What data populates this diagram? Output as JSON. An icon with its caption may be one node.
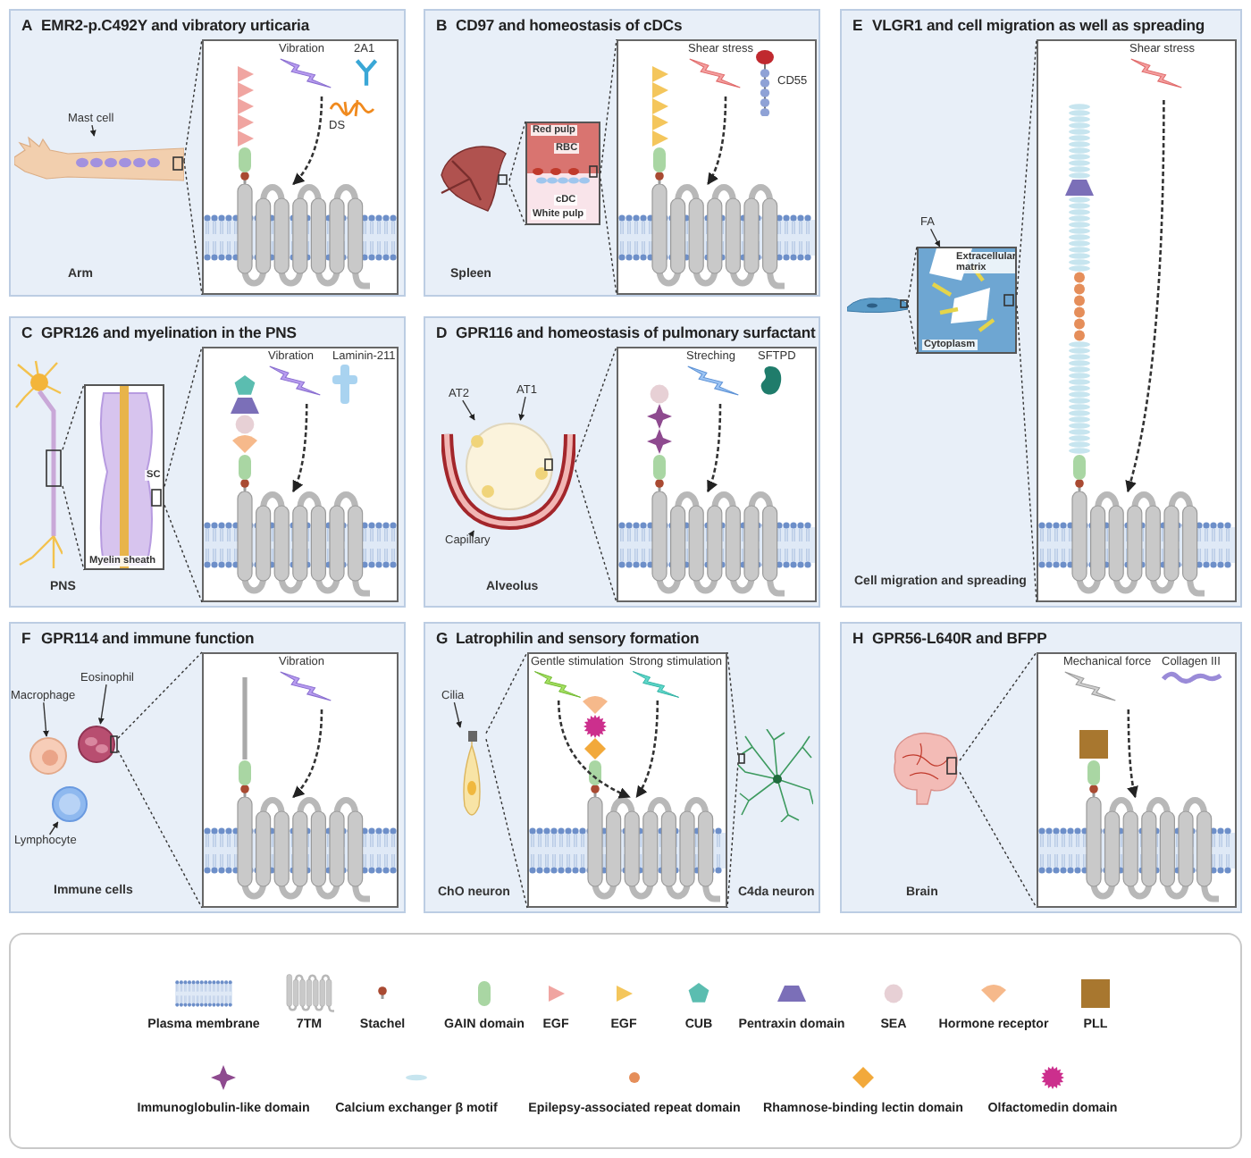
{
  "diagram": {
    "nodes": [
      {
        "text": [
          "A",
          "EMR2-p.C492Y and vibratory urticaria"
        ]
      },
      {
        "text": [],
        "shape": "picture",
        "in": 0
      },
      {
        "text": [
          "Mast cell"
        ],
        "in": 0
      },
      {
        "text": [],
        "shape": "box",
        "in": 0
      },
      {
        "text": [
          "Vibration"
        ],
        "in": 3
      },
      {
        "text": [
          "2A1"
        ],
        "in": 3
      },
      {
        "text": [
          "DS"
        ],
        "in": 3
      },
      {
        "text": [],
        "shape": "picture",
        "in": 3
      },
      {
        "text": [
          "B",
          "CD97 and homeostasis of cDCs"
        ]
      },
      {
        "text": [],
        "shape": "picture",
        "in": 8
      },
      {
        "text": [
          "Red pulp",
          "RBC",
          "cDC",
          "White pulp"
        ],
        "in": 8
      },
      {
        "text": [],
        "shape": "box",
        "in": 8
      },
      {
        "text": [
          "Shear stress"
        ],
        "in": 11
      },
      {
        "text": [
          "CD55"
        ],
        "in": 11
      },
      {
        "text": [],
        "shape": "picture",
        "in": 11
      },
      {
        "text": [
          "E",
          "VLGR1 and cell migration as well as spreading"
        ]
      },
      {
        "text": [],
        "shape": "picture",
        "in": 15
      },
      {
        "text": [
          "FA"
        ],
        "in": 15
      },
      {
        "text": [
          "Extracellular matrix",
          "Cytoplasm"
        ],
        "in": 15
      },
      {
        "text": [],
        "shape": "box",
        "in": 15
      },
      {
        "text": [
          "Shear stress"
        ],
        "in": 19
      },
      {
        "text": [],
        "shape": "picture",
        "in": 19
      },
      {
        "text": [
          "C",
          "GPR126 and myelination in the PNS"
        ]
      },
      {
        "text": [],
        "shape": "picture",
        "in": 22
      },
      {
        "text": [
          "SC",
          "Myelin sheath"
        ],
        "in": 22
      },
      {
        "text": [],
        "shape": "box",
        "in": 22
      },
      {
        "text": [
          "Vibration"
        ],
        "in": 25
      },
      {
        "text": [
          "Laminin-211"
        ],
        "in": 25
      },
      {
        "text": [],
        "shape": "picture",
        "in": 25
      },
      {
        "text": [
          "D",
          "GPR116 and homeostasis of pulmonary surfactant"
        ]
      },
      {
        "text": [
          "AT2"
        ],
        "in": 29
      },
      {
        "text": [
          "AT1"
        ],
        "in": 29
      },
      {
        "text": [],
        "shape": "picture",
        "in": 29
      },
      {
        "text": [
          "Capillary"
        ],
        "in": 29
      },
      {
        "text": [],
        "shape": "box",
        "in": 29
      },
      {
        "text": [
          "Streching"
        ],
        "in": 34
      },
      {
        "text": [
          "SFTPD"
        ],
        "in": 34
      },
      {
        "text": [],
        "shape": "picture",
        "in": 34
      },
      {
        "text": [
          "F",
          "GPR114 and immune function"
        ]
      },
      {
        "text": [
          "Macrophage"
        ],
        "in": 38
      },
      {
        "text": [
          "Eosinophil"
        ],
        "in": 38
      },
      {
        "text": [],
        "shape": "picture",
        "in": 38
      },
      {
        "text": [],
        "shape": "picture",
        "in": 38
      },
      {
        "text": [],
        "shape": "picture",
        "in": 38
      },
      {
        "text": [
          "Lymphocyte"
        ],
        "in": 38
      },
      {
        "text": [],
        "shape": "box",
        "in": 38
      },
      {
        "text": [
          "Vibration"
        ],
        "in": 45
      },
      {
        "text": [],
        "shape": "picture",
        "in": 45
      },
      {
        "text": [
          "G",
          "Latrophilin and sensory formation"
        ]
      },
      {
        "text": [
          "Cilia"
        ],
        "in": 48
      },
      {
        "text": [],
        "shape": "picture",
        "in": 48
      },
      {
        "text": [],
        "shape": "box",
        "in": 48
      },
      {
        "text": [
          "Gentle stimulation"
        ],
        "in": 51
      },
      {
        "text": [
          "Strong stimulation"
        ],
        "in": 51
      },
      {
        "text": [],
        "shape": "picture",
        "in": 51
      },
      {
        "text": [],
        "shape": "picture",
        "in": 48
      },
      {
        "text": [
          "H",
          "GPR56-L640R and BFPP"
        ]
      },
      {
        "text": [],
        "shape": "picture",
        "in": 56
      },
      {
        "text": [],
        "shape": "box",
        "in": 56
      },
      {
        "text": [
          "Mechanical force"
        ],
        "in": 58
      },
      {
        "text": [
          "Collagen III"
        ],
        "in": 58
      },
      {
        "text": [],
        "shape": "picture",
        "in": 58
      }
    ],
    "edges": [
      {
        "from": 2,
        "to": 1,
        "arrow": "to"
      },
      {
        "from": 1,
        "to": 3,
        "arrow": "none",
        "style": "dashed"
      },
      {
        "from": 1,
        "to": 3,
        "arrow": "none",
        "style": "dashed"
      },
      {
        "from": 4,
        "to": 7,
        "arrow": "to",
        "style": "dashed"
      },
      {
        "from": 9,
        "to": 10,
        "arrow": "none",
        "style": "dashed"
      },
      {
        "from": 9,
        "to": 10,
        "arrow": "none",
        "style": "dashed"
      },
      {
        "from": 10,
        "to": 11,
        "arrow": "none",
        "style": "dashed"
      },
      {
        "from": 10,
        "to": 11,
        "arrow": "none",
        "style": "dashed"
      },
      {
        "from": 12,
        "to": 14,
        "arrow": "to",
        "style": "dashed"
      },
      {
        "from": 17,
        "to": 18,
        "arrow": "to"
      },
      {
        "from": 16,
        "to": 18,
        "arrow": "none",
        "style": "dashed"
      },
      {
        "from": 16,
        "to": 18,
        "arrow": "none",
        "style": "dashed"
      },
      {
        "from": 18,
        "to": 19,
        "arrow": "none",
        "style": "dashed"
      },
      {
        "from": 18,
        "to": 19,
        "arrow": "none",
        "style": "dashed"
      },
      {
        "from": 20,
        "to": 21,
        "arrow": "to",
        "style": "dashed"
      },
      {
        "from": 23,
        "to": 24,
        "arrow": "none",
        "style": "dashed"
      },
      {
        "from": 23,
        "to": 24,
        "arrow": "none",
        "style": "dashed"
      },
      {
        "from": 24,
        "to": 25,
        "arrow": "none",
        "style": "dashed"
      },
      {
        "from": 24,
        "to": 25,
        "arrow": "none",
        "style": "dashed"
      },
      {
        "from": 26,
        "to": 28,
        "arrow": "to",
        "style": "dashed"
      },
      {
        "from": 30,
        "to": 32,
        "arrow": "to"
      },
      {
        "from": 31,
        "to": 32,
        "arrow": "to"
      },
      {
        "from": 33,
        "to": 32,
        "arrow": "to"
      },
      {
        "from": 32,
        "to": 34,
        "arrow": "none",
        "style": "dashed"
      },
      {
        "from": 32,
        "to": 34,
        "arrow": "none",
        "style": "dashed"
      },
      {
        "from": 35,
        "to": 37,
        "arrow": "to",
        "style": "dashed"
      },
      {
        "from": 39,
        "to": 41,
        "arrow": "to"
      },
      {
        "from": 40,
        "to": 42,
        "arrow": "to"
      },
      {
        "from": 44,
        "to": 43,
        "arrow": "to"
      },
      {
        "from": 42,
        "to": 45,
        "arrow": "none",
        "style": "dashed"
      },
      {
        "from": 42,
        "to": 45,
        "arrow": "none",
        "style": "dashed"
      },
      {
        "from": 46,
        "to": 47,
        "arrow": "to",
        "style": "dashed"
      },
      {
        "from": 49,
        "to": 50,
        "arrow": "to"
      },
      {
        "from": 50,
        "to": 51,
        "arrow": "none",
        "style": "dashed"
      },
      {
        "from": 50,
        "to": 51,
        "arrow": "none",
        "style": "dashed"
      },
      {
        "from": 55,
        "to": 51,
        "arrow": "none",
        "style": "dashed"
      },
      {
        "from": 55,
        "to": 51,
        "arrow": "none",
        "style": "dashed"
      },
      {
        "from": 52,
        "to": 54,
        "arrow": "to",
        "style": "dashed"
      },
      {
        "from": 53,
        "to": 54,
        "arrow": "to",
        "style": "dashed"
      },
      {
        "from": 57,
        "to": 58,
        "arrow": "none",
        "style": "dashed"
      },
      {
        "from": 57,
        "to": 58,
        "arrow": "none",
        "style": "dashed"
      },
      {
        "from": 59,
        "to": 61,
        "arrow": "to",
        "style": "dashed"
      }
    ],
    "labels": [
      "Arm",
      "Spleen",
      "PNS",
      "Alveolus",
      "Cell migration and spreading",
      "Immune cells",
      "ChO neuron",
      "C4da neuron",
      "Brain"
    ],
    "legend": [
      {
        "text": "Plasma membrane"
      },
      {
        "text": "7TM"
      },
      {
        "text": "Stachel"
      },
      {
        "text": "GAIN domain"
      },
      {
        "text": "EGF"
      },
      {
        "text": "EGF"
      },
      {
        "text": "CUB"
      },
      {
        "text": "Pentraxin domain"
      },
      {
        "text": "SEA"
      },
      {
        "text": "Hormone receptor"
      },
      {
        "text": "PLL"
      },
      {
        "text": "Immunoglobulin-like domain"
      },
      {
        "text": "Calcium exchanger β motif"
      },
      {
        "text": "Epilepsy-associated repeat domain"
      },
      {
        "text": "Rhamnose-binding lectin domain"
      },
      {
        "text": "Olfactomedin domain"
      }
    ]
  }
}
